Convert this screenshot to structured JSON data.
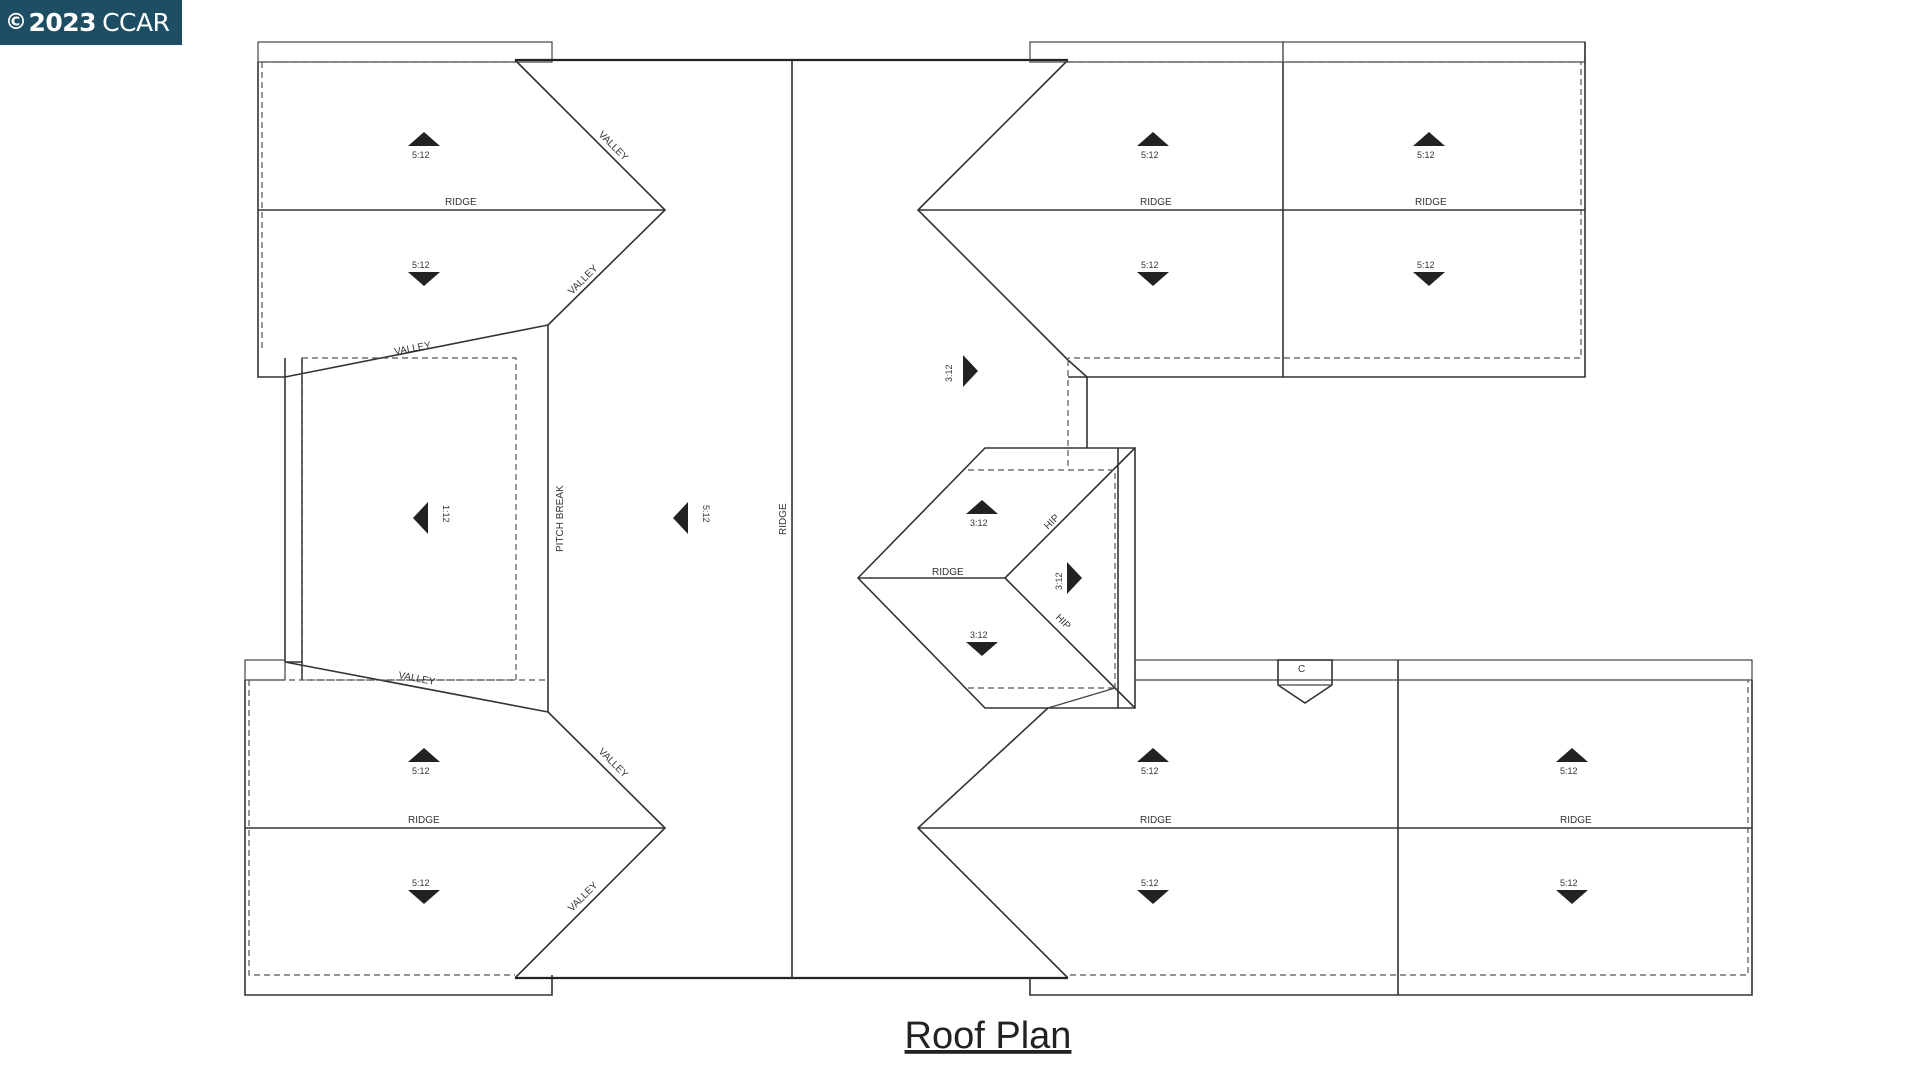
{
  "watermark": {
    "copyright_symbol": "©",
    "year": "2023",
    "org": "CCAR"
  },
  "plan": {
    "title": "Roof Plan",
    "labels": {
      "ridge": "RIDGE",
      "valley": "VALLEY",
      "pitch_break": "PITCH BREAK",
      "hip": "HIP",
      "chimney": "C"
    },
    "pitches": {
      "main": "5:12",
      "low": "3:12",
      "side": "1:12"
    }
  }
}
